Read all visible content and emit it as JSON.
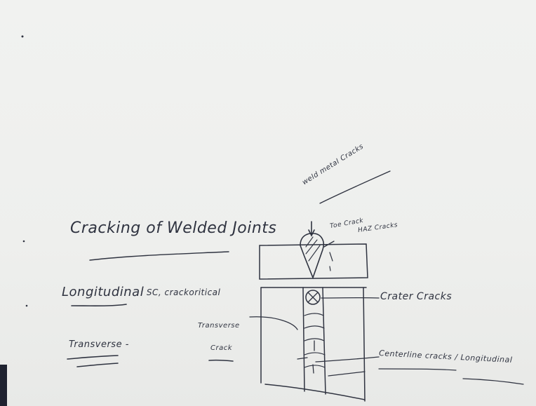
{
  "notes": {
    "heading": "Cracking of Welded Joints",
    "longitudinal_label": "Longitudinal",
    "longitudinal_detail": ": SC, crackoritical",
    "transverse_label": "Transverse -",
    "transverse_crack_line1": "Transverse",
    "transverse_crack_line2": "Crack"
  },
  "sketch_labels": {
    "weld_metal_cracks": "weld metal Cracks",
    "toe_crack": "Toe Crack",
    "haz_cracks": "HAZ Cracks",
    "crater_cracks": "Crater Cracks",
    "centerline_cracks": "Centerline cracks / Longitudinal"
  },
  "colors": {
    "board": "#eff0ee",
    "ink": "#2f3340"
  }
}
